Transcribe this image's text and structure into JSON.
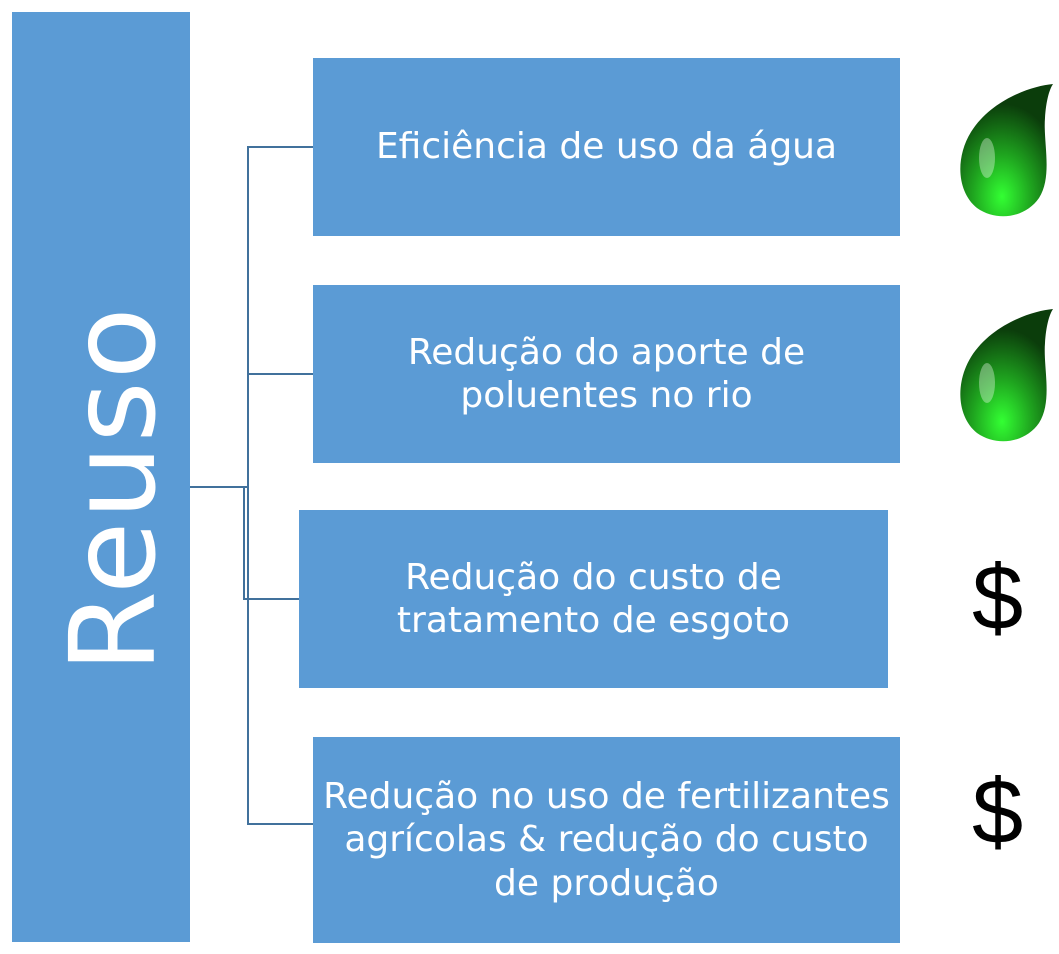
{
  "root": {
    "label": "Reuso",
    "color": "#5b9bd5"
  },
  "branches": [
    {
      "label": "Eficiência de uso da água",
      "icon": "green-drop-icon"
    },
    {
      "label": "Redução do aporte de poluentes no rio",
      "icon": "green-drop-icon"
    },
    {
      "label": "Redução do custo de tratamento de esgoto",
      "icon": "dollar-icon"
    },
    {
      "label": "Redução no uso de fertilizantes agrícolas  & redução do custo de produção",
      "icon": "dollar-icon"
    }
  ],
  "icons": {
    "dollar": "$",
    "drop_color": "#2e9e2e"
  },
  "connector_color": "#41719c",
  "box_color": "#5b9bd5"
}
